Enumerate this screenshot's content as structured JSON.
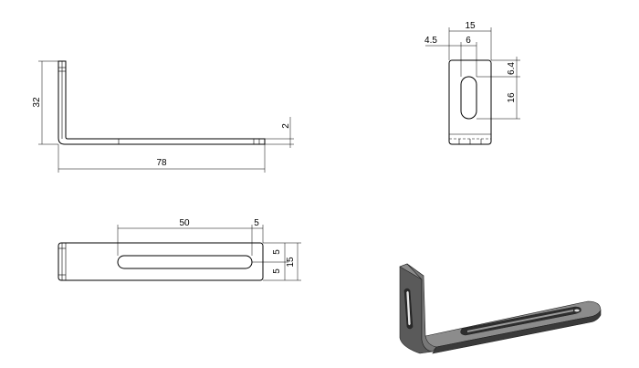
{
  "side_view": {
    "height_label": "32",
    "thickness_label": "2",
    "length_label": "78"
  },
  "end_view": {
    "width_label": "15",
    "offset_label": "4.5",
    "slot_width_label": "6",
    "slot_top_label": "6.4",
    "slot_length_label": "16"
  },
  "top_view": {
    "slot_length_label": "50",
    "slot_end_label": "5",
    "half_upper_label": "5",
    "half_lower_label": "5",
    "width_label": "15"
  },
  "colors": {
    "line": "#000000",
    "iso_top": "#8a8a8a",
    "iso_face": "#5a5a5a",
    "iso_dark": "#333333"
  }
}
